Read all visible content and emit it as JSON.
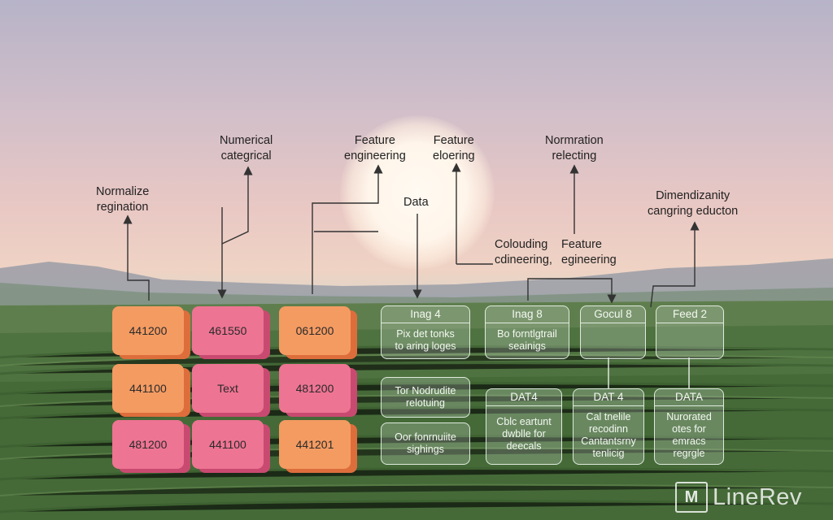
{
  "labels": {
    "normalize": [
      "Normalize",
      "regination"
    ],
    "numerical": [
      "Numerical",
      "categrical"
    ],
    "feature_engineering": [
      "Feature",
      "engineering"
    ],
    "feature_eloering": [
      "Feature",
      "eloering"
    ],
    "data": "Data",
    "normration": [
      "Normration",
      "relecting"
    ],
    "dimensionality": [
      "Dimendizanity",
      "cangring educton"
    ],
    "colouding": [
      "Colouding",
      "cdineering,"
    ],
    "feature_egineering": [
      "Feature",
      "egineering"
    ]
  },
  "cubes": [
    {
      "text": "441200",
      "color": "orange"
    },
    {
      "text": "461550",
      "color": "pink"
    },
    {
      "text": "061200",
      "color": "orange"
    },
    {
      "text": "441100",
      "color": "orange"
    },
    {
      "text": "Text",
      "color": "pink"
    },
    {
      "text": "481200",
      "color": "pink"
    },
    {
      "text": "481200",
      "color": "pink"
    },
    {
      "text": "441100",
      "color": "pink"
    },
    {
      "text": "441201",
      "color": "orange"
    }
  ],
  "boxes": {
    "imag4": {
      "head": "Inag 4",
      "body": [
        "Pix det tonks",
        "to aring loges"
      ]
    },
    "imag8": {
      "head": "Inag 8",
      "body": [
        "Bo forntlgtrail",
        "seainigs"
      ]
    },
    "gocul": {
      "head": "Gocul 8",
      "body": []
    },
    "feed2": {
      "head": "Feed 2",
      "body": []
    },
    "norm_box": {
      "body": [
        "Tor Nodrudite",
        "relotuing"
      ]
    },
    "orr_box": {
      "body": [
        "Oor fonrnuiite",
        "sighings"
      ]
    },
    "data4_1": {
      "head": "DAT4",
      "body": [
        "Cblc eartunt",
        "dwblle for",
        "deecals"
      ]
    },
    "data4_2": {
      "head": "DAT 4",
      "body": [
        "Cal tnelile",
        "recodinn",
        "Cantantsrny",
        "tenlicig"
      ]
    },
    "data4_3": {
      "head": "DATA",
      "body": [
        "Nurorated",
        "otes for",
        "emracs",
        "regrgle"
      ]
    }
  },
  "logo": {
    "mark": "M",
    "text": "LineRev"
  },
  "colors": {
    "orange": "#f49b62",
    "pink": "#ee7493",
    "glass_border": "#ebf5eb"
  }
}
